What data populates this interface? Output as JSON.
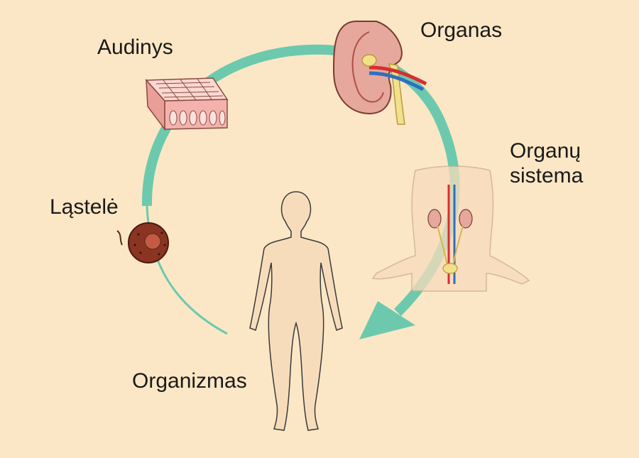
{
  "colors": {
    "background": "#fbe7c5",
    "arrow": "#6cc9ae",
    "skin": "#f7dcbc",
    "outline": "#3a3a3a",
    "tissue": "#f3b2ad",
    "kidney": "#e6a79d",
    "cell": "#8a3422",
    "artery": "#d82e2e",
    "vein": "#2f6fc0"
  },
  "labels": {
    "audinys": "Audinys",
    "organas": "Organas",
    "organu_sistema_line1": "Organų",
    "organu_sistema_line2": "sistema",
    "lastele": "Ląstelė",
    "organizmas": "Organizmas"
  },
  "icons": [
    "tissue-icon",
    "kidney-icon",
    "urinary-system-icon",
    "cell-icon",
    "human-body-icon",
    "cycle-arrow"
  ]
}
